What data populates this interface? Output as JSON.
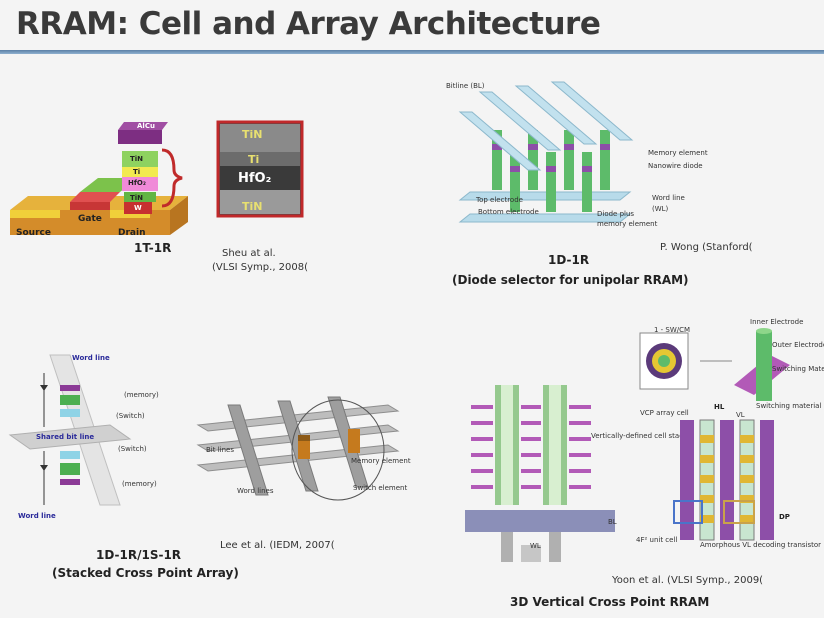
{
  "slide": {
    "title": "RRAM: Cell and Array Architecture"
  },
  "fig_1t1r": {
    "caption": "1T-1R",
    "citation_line1": "Sheu at al.",
    "citation_line2": "(VLSI Symp., 2008(",
    "labels": {
      "alcu": "AlCu",
      "tin_top": "TiN",
      "ti": "Ti",
      "hfo2": "HfO₂",
      "tin_bottom": "TiN",
      "w": "W",
      "gate": "Gate",
      "source": "Source",
      "drain": "Drain",
      "tem_tin_top": "TiN",
      "tem_ti": "Ti",
      "tem_hfo2": "HfO₂",
      "tem_tin_bottom": "TiN"
    }
  },
  "fig_1d1r": {
    "caption_line1": "1D-1R",
    "caption_line2": "(Diode selector for unipolar RRAM)",
    "citation": "P. Wong (Stanford(",
    "labels": {
      "bitline": "Bitline (BL)",
      "memory_element": "Memory element",
      "nanowire_diode": "Nanowire diode",
      "word_line": "Word line",
      "wl": "(WL)",
      "top_electrode": "Top electrode",
      "bottom_electrode": "Bottom electrode",
      "diode_plus_line1": "Diode plus",
      "diode_plus_line2": "memory element"
    }
  },
  "fig_stacked": {
    "caption_line1": "1D-1R/1S-1R",
    "caption_line2": "(Stacked Cross Point Array)",
    "citation": "Lee et al. (IEDM, 2007(",
    "labels": {
      "word_line_top": "Word line",
      "shared_bit_line": "Shared bit line",
      "word_line_bottom": "Word line",
      "memory_1": "(memory)",
      "switch_1": "(Switch)",
      "switch_2": "(Switch)",
      "memory_2": "(memory)",
      "bit_lines": "Bit lines",
      "word_lines": "Word lines",
      "memory_element": "Memory element",
      "switch_element": "Switch element"
    }
  },
  "fig_3d": {
    "caption": "3D Vertical Cross Point RRAM",
    "citation": "Yoon et al. (VLSI Symp., 2009(",
    "labels": {
      "vertically_defined": "Vertically-defined cell stacks",
      "bl": "BL",
      "wl": "WL",
      "vcp_array_cell": "VCP array cell",
      "hl": "HL",
      "vl": "VL",
      "switching_material": "Switching material",
      "dp": "DP",
      "4f2_unit_cell": "4F² unit cell",
      "amorphous_vl": "Amorphous VL decoding transistor",
      "inner_electrode": "Inner Electrode",
      "outer_electrode": "Outer Electrode",
      "switching_material_inset": "Switching Material",
      "sw_top": "1 - SW/CM"
    }
  }
}
